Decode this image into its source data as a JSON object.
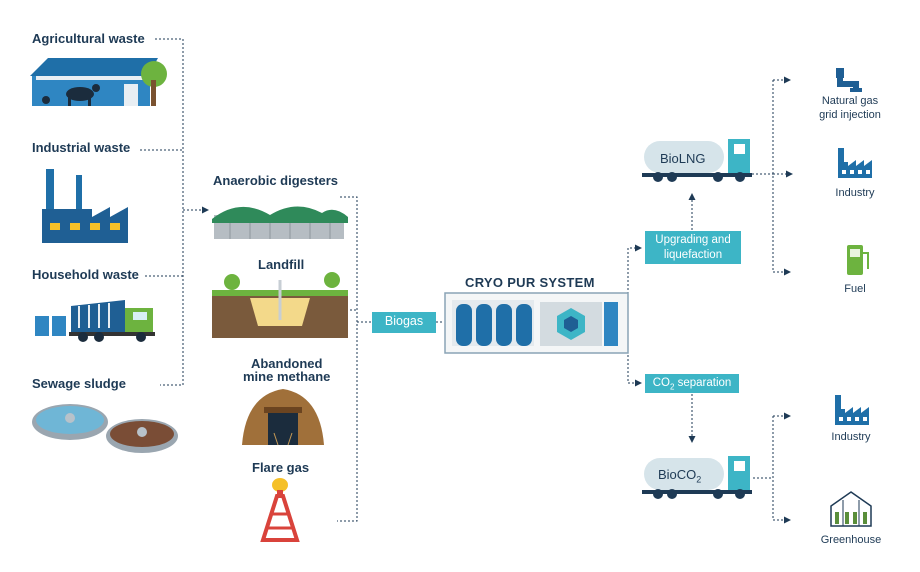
{
  "sources": {
    "agricultural": "Agricultural waste",
    "industrial": "Industrial waste",
    "household": "Household waste",
    "sewage": "Sewage sludge"
  },
  "middle": {
    "anaerobic": "Anaerobic digesters",
    "landfill": "Landfill",
    "mine_line1": "Abandoned",
    "mine_line2": "mine methane",
    "flare": "Flare gas"
  },
  "biogas": "Biogas",
  "cryo_title": "CRYO PUR SYSTEM",
  "process": {
    "upgrading_line1": "Upgrading and",
    "upgrading_line2": "liquefaction",
    "co2sep_prefix": "CO",
    "co2sep_sub": "2",
    "co2sep_suffix": " separation"
  },
  "trucks": {
    "biolng": "BioLNG",
    "bioco2_prefix": "BioCO",
    "bioco2_sub": "2"
  },
  "outputs": {
    "natural_gas_line1": "Natural gas",
    "natural_gas_line2": "grid injection",
    "industry_top": "Industry",
    "fuel": "Fuel",
    "industry_bottom": "Industry",
    "greenhouse": "Greenhouse"
  },
  "colors": {
    "teal": "#3db5c6",
    "navy": "#1e3a55",
    "blue": "#1f7fb5",
    "green": "#5a8e3a"
  }
}
